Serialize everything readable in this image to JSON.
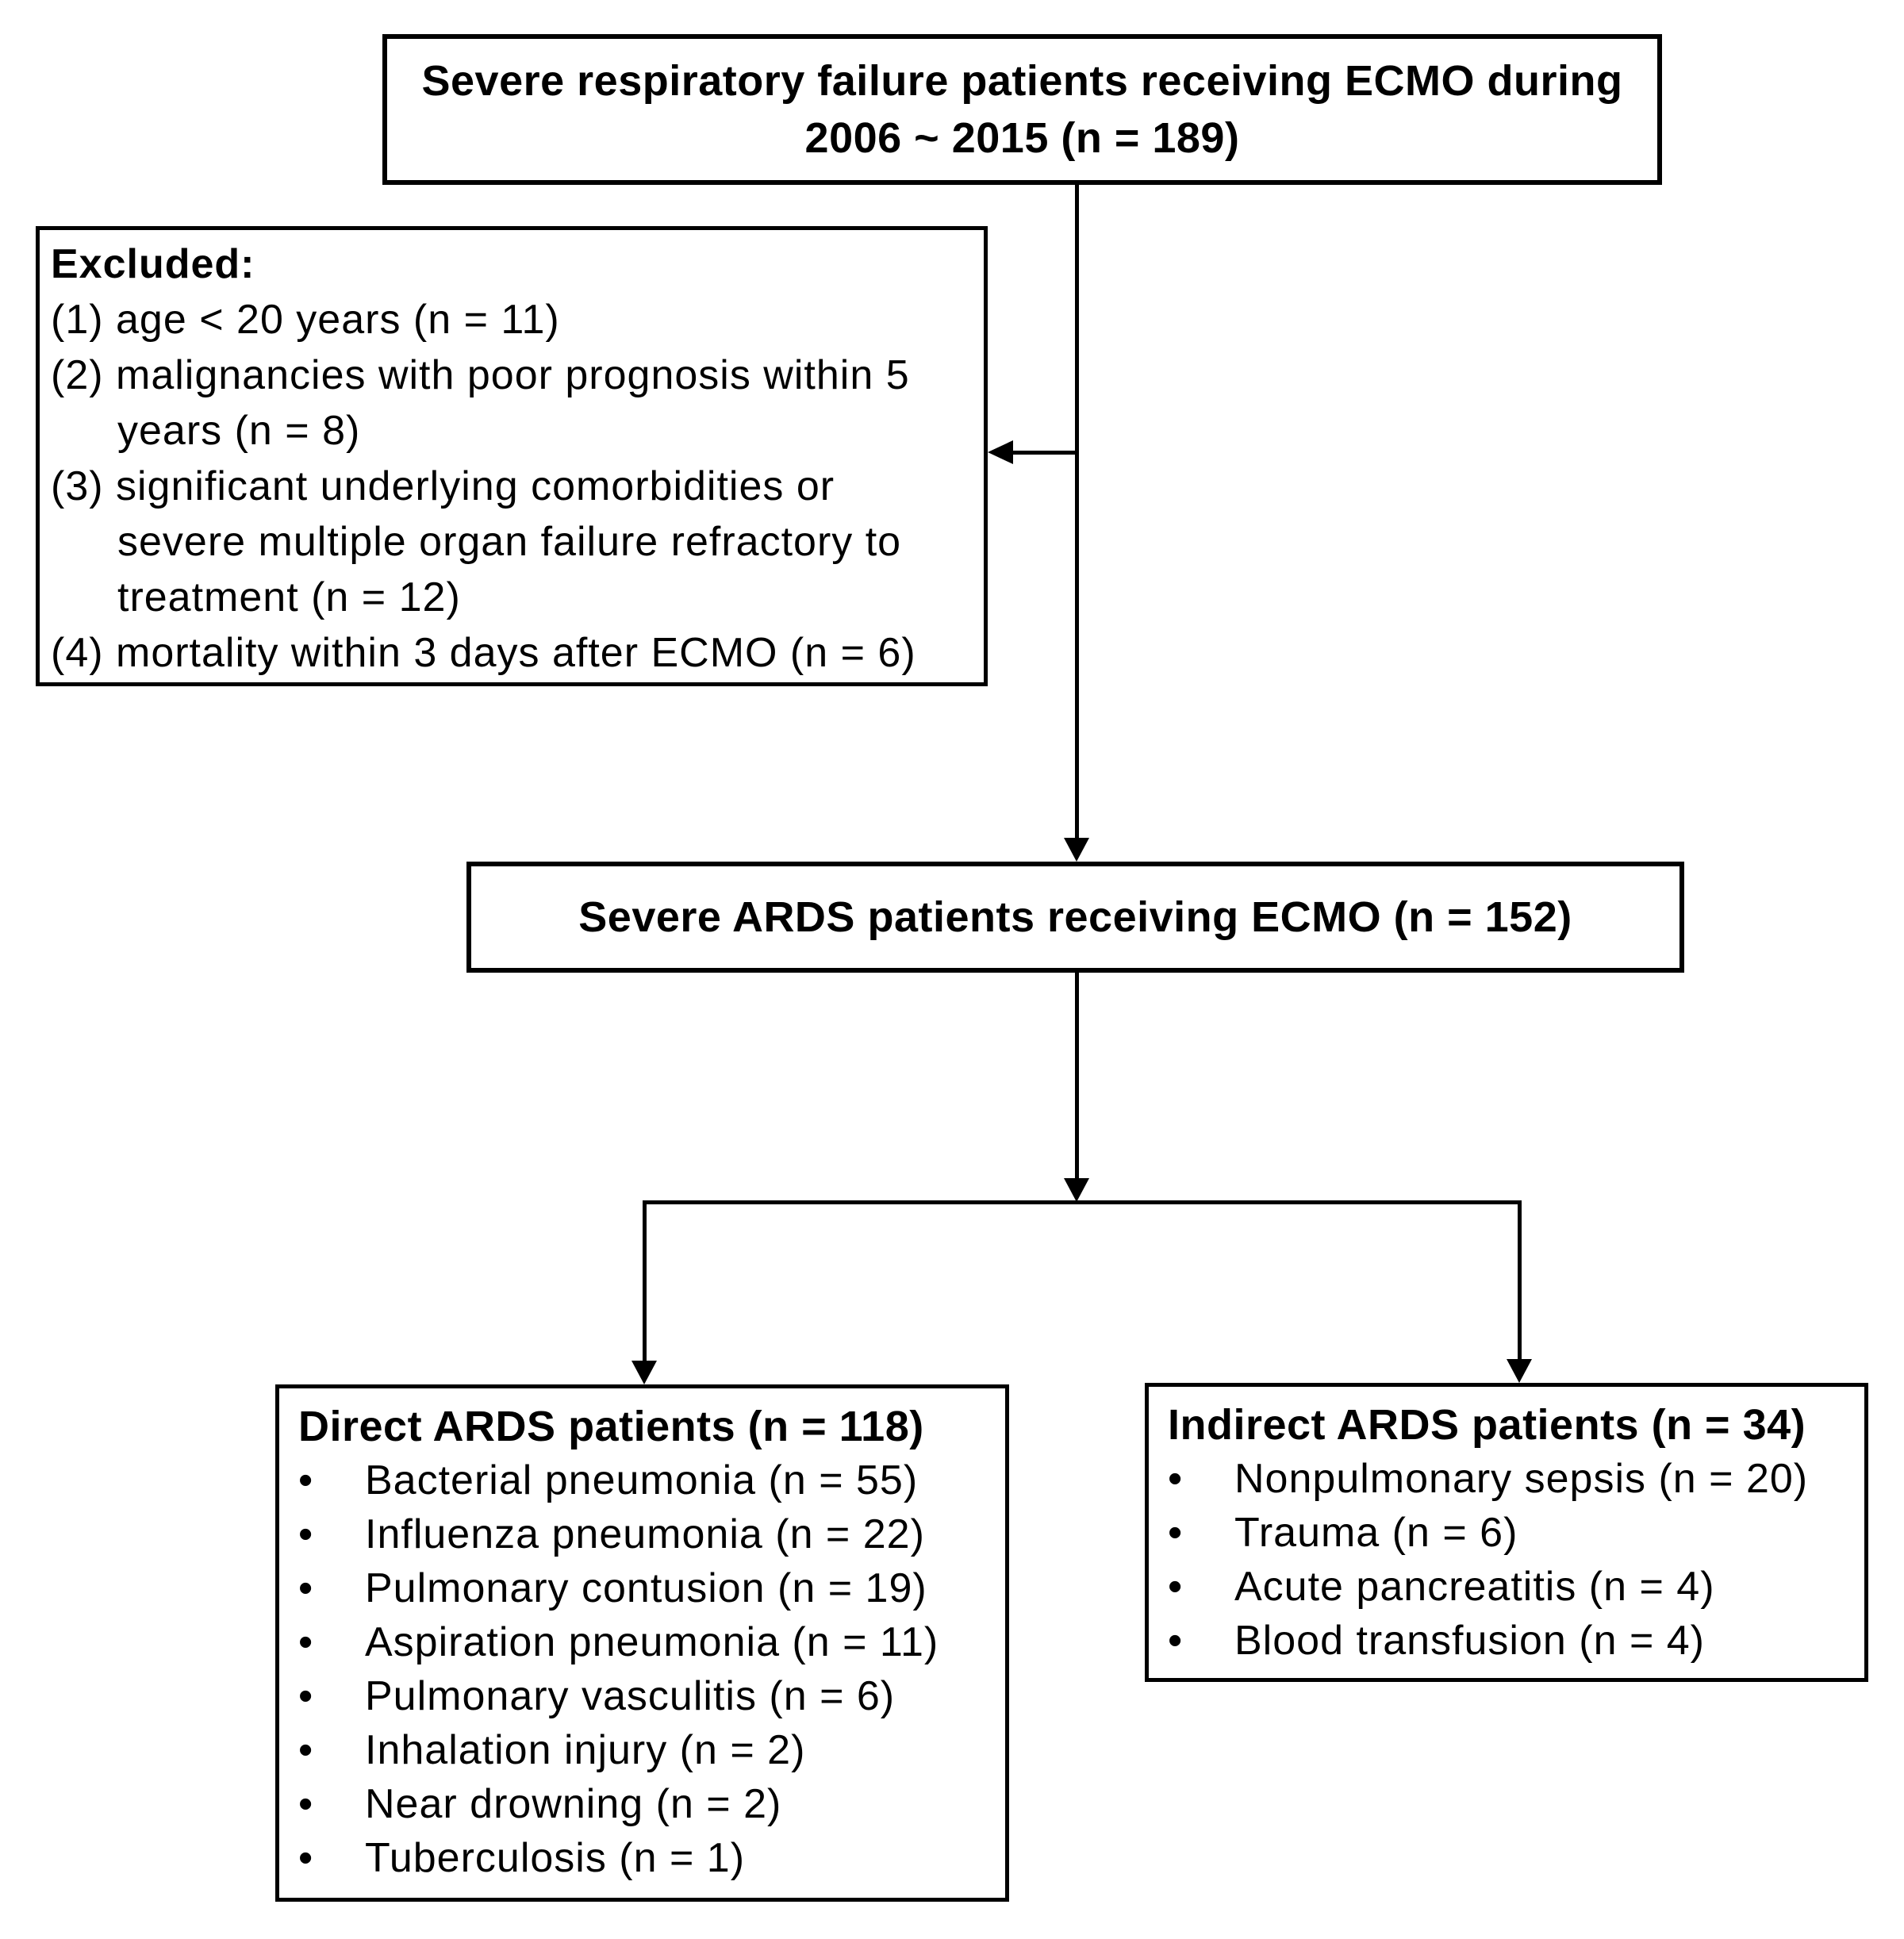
{
  "figure": {
    "colors": {
      "background": "#ffffff",
      "line": "#000000",
      "text": "#000000"
    }
  },
  "flowchart": {
    "top_box": {
      "line1": "Severe respiratory failure patients receiving ECMO during",
      "line2": "2006 ~ 2015 (n = 189)"
    },
    "excluded_box": {
      "title": "Excluded:",
      "items": [
        "(1) age < 20 years (n = 11)",
        "(2) malignancies with poor prognosis within 5 years (n = 8)",
        "(3) significant underlying comorbidities or severe multiple organ failure refractory to treatment (n = 12)",
        "(4) mortality within 3 days after ECMO (n = 6)"
      ]
    },
    "middle_box": {
      "text": "Severe ARDS patients receiving ECMO (n = 152)"
    },
    "direct_box": {
      "title": "Direct ARDS patients (n = 118)",
      "bullet": "•",
      "items": [
        "Bacterial pneumonia (n = 55)",
        "Influenza pneumonia (n = 22)",
        "Pulmonary contusion (n = 19)",
        "Aspiration pneumonia (n = 11)",
        "Pulmonary vasculitis (n = 6)",
        "Inhalation injury (n = 2)",
        "Near drowning (n = 2)",
        "Tuberculosis (n = 1)"
      ]
    },
    "indirect_box": {
      "title": "Indirect ARDS patients (n = 34)",
      "bullet": "•",
      "items": [
        "Nonpulmonary sepsis (n = 20)",
        "Trauma (n = 6)",
        "Acute pancreatitis (n = 4)",
        "Blood transfusion (n = 4)"
      ]
    }
  }
}
